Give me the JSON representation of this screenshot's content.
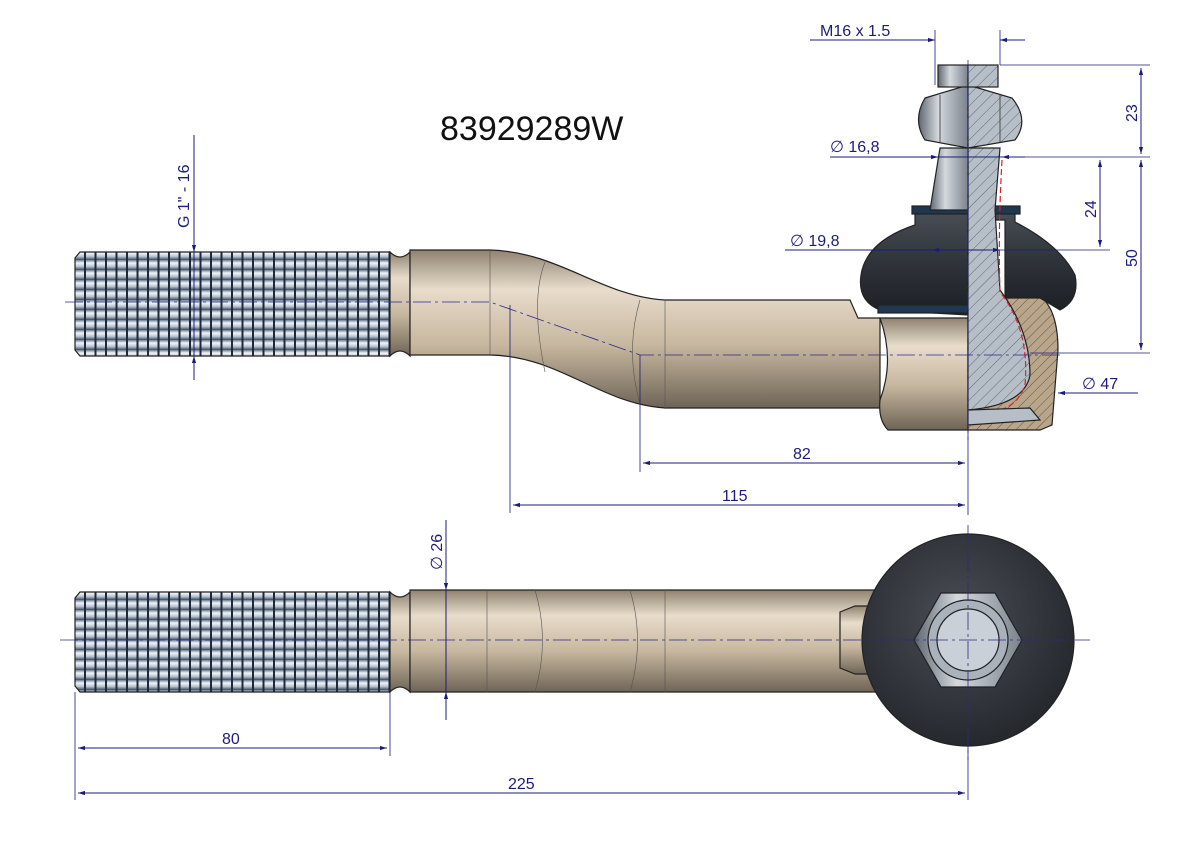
{
  "title": "83929289W",
  "dimensions": {
    "stud_thread": "M16 x 1.5",
    "stud_top_height": "23",
    "cone_small_dia": "∅ 16,8",
    "cone_length": "24",
    "cone_large_dia": "∅ 19,8",
    "pin_height": "50",
    "housing_dia": "∅ 47",
    "offset_82": "82",
    "offset_115": "115",
    "shaft_thread": "G 1\" - 16",
    "shaft_dia": "∅ 26",
    "thread_length": "80",
    "total_length": "225"
  },
  "colors": {
    "dimension": "#1c1c7a",
    "body": "#c9b9a3",
    "thread": "#8fa3b8",
    "boot": "#2e3238",
    "section_red": "#e02020"
  }
}
